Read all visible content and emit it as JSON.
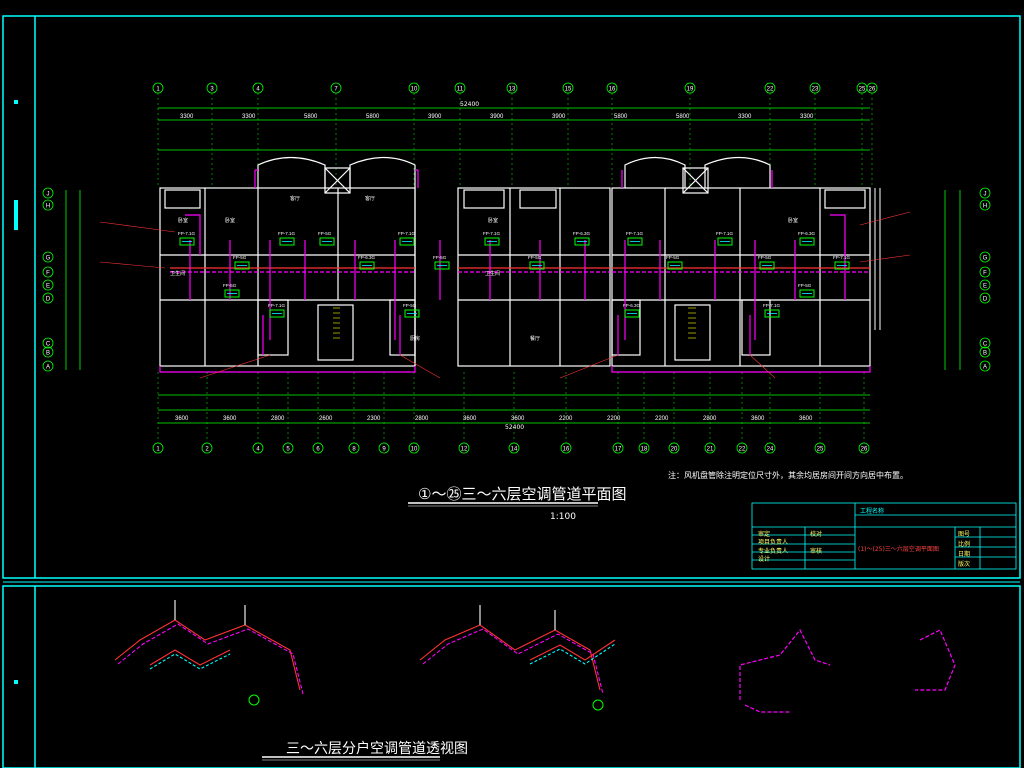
{
  "drawing": {
    "plan_title": "①～㉕三～六层空调管道平面图",
    "plan_scale": "1:100",
    "iso_title": "三～六层分户空调管道透视图",
    "note": "注：风机盘管除注明定位尺寸外，其余均居房间开间方向居中布置。",
    "top_axis_labels": [
      "1",
      "3",
      "4",
      "7",
      "10",
      "11",
      "13",
      "15",
      "16",
      "19",
      "22",
      "23",
      "25",
      "26"
    ],
    "bottom_axis_labels": [
      "1",
      "2",
      "4",
      "5",
      "6",
      "8",
      "9",
      "10",
      "12",
      "14",
      "16",
      "17",
      "18",
      "20",
      "21",
      "22",
      "24",
      "25",
      "26"
    ],
    "row_axis_labels": [
      "J",
      "H",
      "G",
      "F",
      "E",
      "D",
      "C",
      "B",
      "A"
    ],
    "overall_dim_top": "52400",
    "overall_dim_bottom": "52400",
    "top_dims": [
      "3300",
      "3300",
      "5800",
      "5800",
      "3900",
      "3900",
      "3900",
      "5800",
      "5800",
      "3300",
      "3300"
    ],
    "bottom_dims": [
      "3600",
      "3600",
      "2800",
      "2600",
      "2300",
      "2800",
      "3600",
      "3600",
      "2200",
      "2200",
      "2200",
      "2800",
      "3600",
      "3600"
    ],
    "unit_labels": [
      "FP-7.1G",
      "FP-5G",
      "FP-7.1G",
      "FP-5G",
      "FP-6.3G"
    ],
    "room_labels": [
      "卧室",
      "卧室",
      "客厅",
      "客厅",
      "卫生间",
      "厨房",
      "卫生间",
      "卧室",
      "餐厅",
      "卧室"
    ],
    "title_block": {
      "project": "工程名称",
      "drawing_name": "(1)～(25)三～六层空调平面图",
      "rows": [
        "审定",
        "项目负责人",
        "专业负责人",
        "设计",
        "校对",
        "审核"
      ],
      "right_fields": [
        "图号",
        "比例",
        "日期",
        "版次"
      ]
    }
  },
  "colors": {
    "frame": "#00ffff",
    "wall": "#ffffff",
    "dim": "#00ff00",
    "pipe_magenta": "#ff00ff",
    "pipe_red": "#ff3333",
    "annotation_yellow": "#ffff00"
  }
}
